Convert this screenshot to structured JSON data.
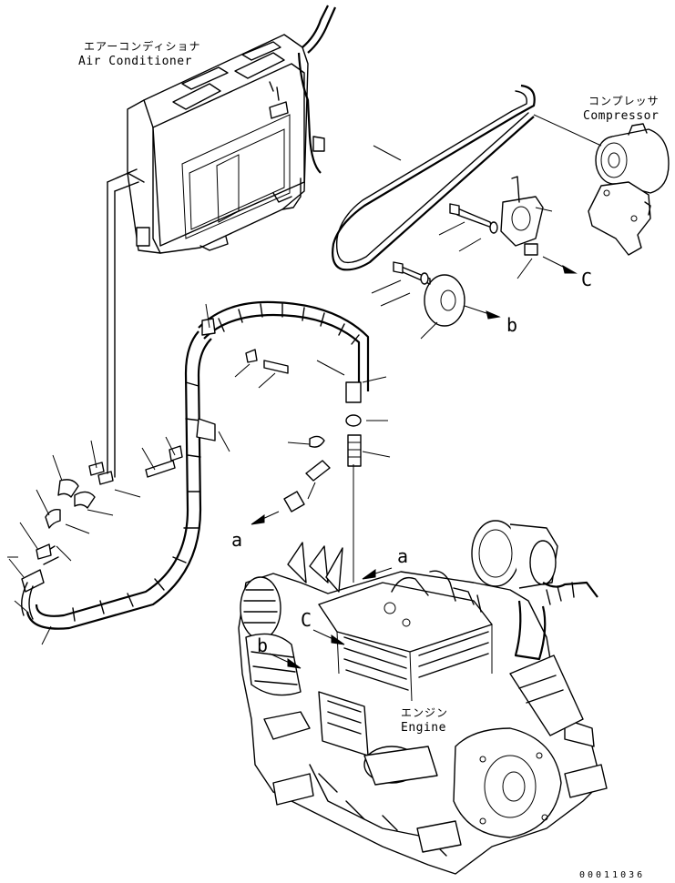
{
  "labels": {
    "air_conditioner_jp": "エアーコンディショナ",
    "air_conditioner_en": "Air Conditioner",
    "compressor_jp": "コンプレッサ",
    "compressor_en": "Compressor",
    "engine_jp": "エンジン",
    "engine_en": "Engine"
  },
  "references": {
    "a": "a",
    "b": "b",
    "c": "C"
  },
  "drawing_number": "00011036"
}
